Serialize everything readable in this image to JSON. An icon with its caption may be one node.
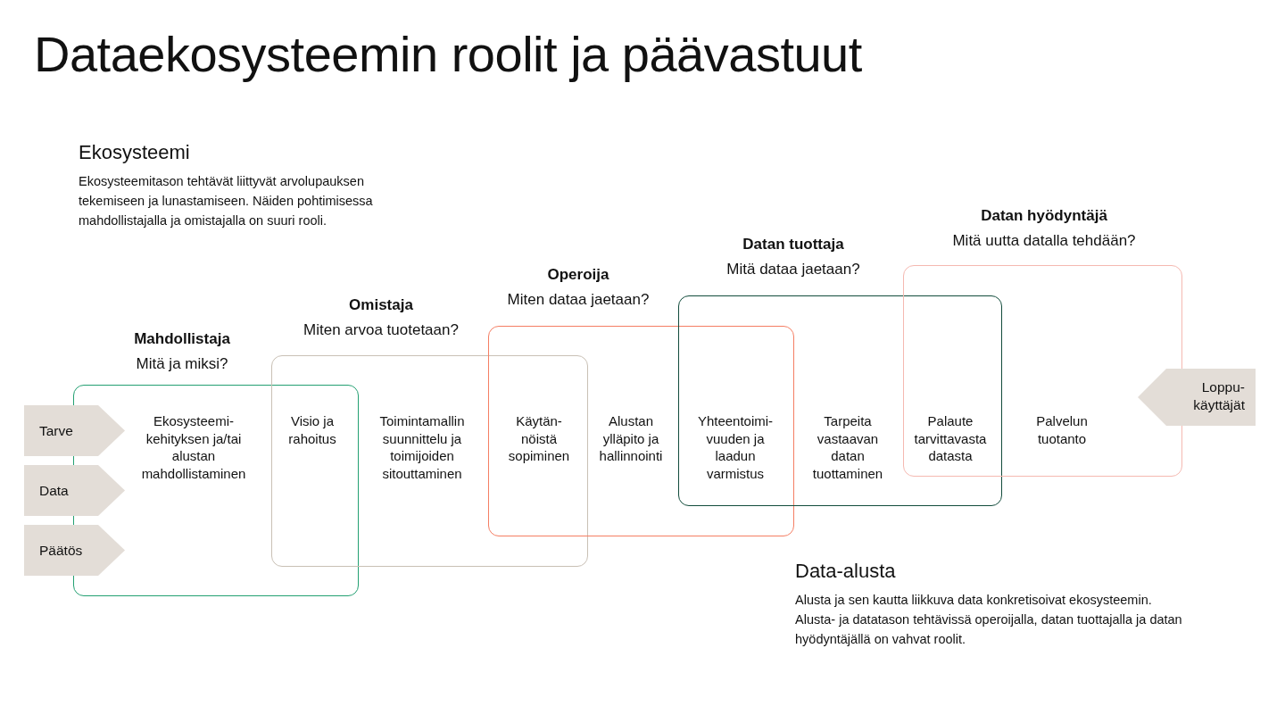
{
  "diagram": {
    "title": "Dataekosysteemin roolit ja päävastuut",
    "nodes": [
      {
        "text": [
          "Mahdollistaja",
          "Mitä ja miksi?"
        ]
      },
      {
        "text": [
          "Omistaja",
          "Miten arvoa tuotetaan?"
        ]
      },
      {
        "text": [
          "Operoija",
          "Miten dataa jaetaan?"
        ]
      },
      {
        "text": [
          "Datan tuottaja",
          "Mitä dataa jaetaan?"
        ]
      },
      {
        "text": [
          "Datan hyödyntäjä",
          "Mitä uutta datalla tehdään?"
        ]
      },
      {
        "text": [
          "Tarve"
        ]
      },
      {
        "text": [
          "Data"
        ]
      },
      {
        "text": [
          "Päätös"
        ]
      },
      {
        "text": [
          "Loppu-käyttäjät"
        ]
      }
    ],
    "labels": [
      "Ekosysteemi",
      "Ekosysteemitason tehtävät liittyvät arvolupauksen tekemiseen ja lunastamiseen. Näiden pohtimisessa mahdollistajalla ja omistajalla on suuri rooli.",
      "Ekosysteemi-kehityksen ja/tai alustan mahdollistaminen",
      "Visio ja rahoitus",
      "Toimintamallin suunnittelu ja toimijoiden sitouttaminen",
      "Käytän-nöistä sopiminen",
      "Alustan ylläpito ja hallinnointi",
      "Yhteentoimi-vuuden ja laadun varmistus",
      "Tarpeita vastaavan datan tuottaminen",
      "Palaute tarvittavasta datasta",
      "Palvelun tuotanto",
      "Data-alusta",
      "Alusta ja sen kautta liikkuva data konkretisoivat ekosysteemin. Alusta- ja datatason tehtävissä operoijalla, datan tuottajalla ja datan hyödyntäjällä on vahvat roolit."
    ]
  }
}
